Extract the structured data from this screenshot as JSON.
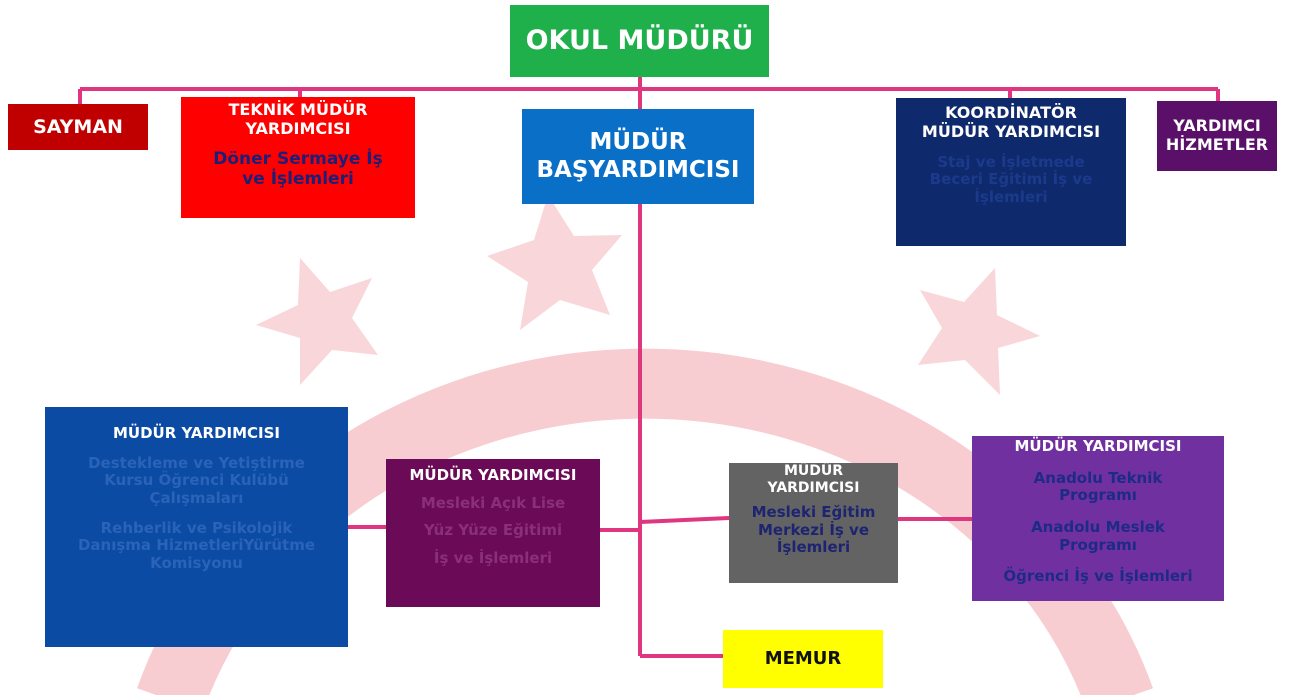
{
  "okul_muduru": "OKUL MÜDÜRÜ",
  "sayman": "SAYMAN",
  "teknik": {
    "title_line1": "TEKNİK MÜDÜR",
    "title_line2": "YARDIMCISI",
    "sub_line1": "Döner Sermaye İş",
    "sub_line2": "ve İşlemleri"
  },
  "bas_yardimci": {
    "line1": "MÜDÜR",
    "line2": "BAŞYARDIMCISI"
  },
  "koordinator": {
    "title_line1": "KOORDİNATÖR",
    "title_line2": "MÜDÜR YARDIMCISI",
    "sub_line1": "Staj ve İşletmede",
    "sub_line2": "Beceri Eğitimi İş ve",
    "sub_line3": "İşlemleri"
  },
  "yardimci_hizmetler": {
    "line1": "YARDIMCI",
    "line2": "HİZMETLER"
  },
  "mudur_yardimcisi_1": {
    "title": "MÜDÜR YARDIMCISI",
    "sub1_line1": "Destekleme ve Yetiştirme",
    "sub1_line2": "Kursu Öğrenci Kulübü",
    "sub1_line3": "Çalışmaları",
    "sub2_line1": "Rehberlik ve Psikolojik",
    "sub2_line2": "Danışma HizmetleriYürütme",
    "sub2_line3": "Komisyonu"
  },
  "mudur_yardimcisi_2": {
    "title": "MÜDÜR YARDIMCISI",
    "sub_line1": "Mesleki Açık Lise",
    "sub_line2": "Yüz Yüze Eğitimi",
    "sub_line3": "İş ve İşlemleri"
  },
  "mudur_yardimcisi_3": {
    "title_line1": "MÜDÜR",
    "title_line2": "YARDIMCISI",
    "sub_line1": "Mesleki Eğitim",
    "sub_line2": "Merkezi İş ve",
    "sub_line3": "İşlemleri"
  },
  "mudur_yardimcisi_4": {
    "title": "MÜDÜR YARDIMCISI",
    "sub1_line1": "Anadolu Teknik",
    "sub1_line2": "Programı",
    "sub2_line1": "Anadolu Meslek",
    "sub2_line2": "Programı",
    "sub3": "Öğrenci İş ve İşlemleri"
  },
  "memur": "MEMUR",
  "colors": {
    "connector": "#e0357f",
    "watermark": "#f6c9cf"
  }
}
